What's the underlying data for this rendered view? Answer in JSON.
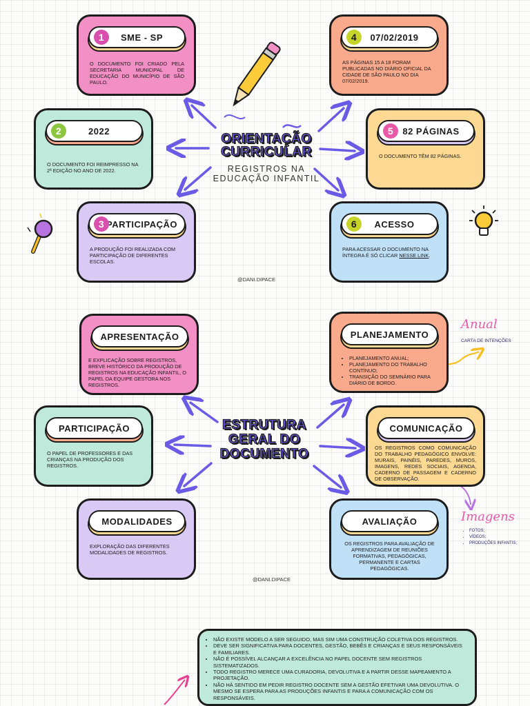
{
  "section1": {
    "title_line1": "ORIENTAÇÃO",
    "title_line2": "CURRICULAR",
    "subtitle_line1": "REGISTROS NA",
    "subtitle_line2": "EDUCAÇÃO INFANTIL",
    "credit": "@DANI.DIPACE",
    "cards": [
      {
        "num": "1",
        "label": "SME - SP",
        "text": "O DOCUMENTO FOI CRIADO PELA SECRETARIA MUNICIPAL DE EDUCAÇÃO DO MUNICÍPIO DE SÃO PAULO.",
        "color": "#f28fc4",
        "num_color": "#d94fae"
      },
      {
        "num": "2",
        "label": "2022",
        "text": "O DOCUMENTO FOI REIMPRESSO NA 2ª EDIÇÃO NO ANO DE 2022.",
        "color": "#bfeadb",
        "num_color": "#8cc63f"
      },
      {
        "num": "3",
        "label": "PARTICIPAÇÃO",
        "text": "A PRODUÇÃO FOI REALIZADA COM PARTICIPAÇÃO DE DIFERENTES ESCOLAS.",
        "color": "#d8c9f5",
        "num_color": "#d94fae"
      },
      {
        "num": "4",
        "label": "07/02/2019",
        "text": "AS PÁGINAS 15 A 18 FORAM PUBLICADAS NO DIÁRIO OFICIAL DA CIDADE DE SÃO PAULO NO DIA 07/02/2019.",
        "color": "#f9a98c",
        "num_color": "#c7d42a"
      },
      {
        "num": "5",
        "label": "82 PÁGINAS",
        "text": "O DOCUMENTO TÊM 82 PÁGINAS.",
        "color": "#fcd992",
        "num_color": "#e85aa8"
      },
      {
        "num": "6",
        "label": "ACESSO",
        "text": "PARA ACESSAR O DOCUMENTO NA ÍNTEGRA É SÓ CLICAR",
        "link": "NESSE LINK",
        "text_end": ".",
        "color": "#bfe0f7",
        "num_color": "#c7d42a"
      }
    ]
  },
  "section2": {
    "title_line1": "ESTRUTURA",
    "title_line2": "GERAL DO",
    "title_line3": "DOCUMENTO",
    "credit": "@DANI.DIPACE",
    "cards": [
      {
        "label": "APRESENTAÇÃO",
        "text": "E EXPLICAÇÃO SOBRE REGISTROS, BREVE HISTÓRICO DA PRODUÇÃO DE REGISTROS NA EDUCAÇÃO INFANTIL, O PAPEL DA EQUIPE GESTORA NOS REGISTROS.",
        "color": "#f28fc4"
      },
      {
        "label": "PARTICIPAÇÃO",
        "text": "O PAPEL DE PROFESSORES E DAS CRIANÇAS NA PRODUÇÃO DOS REGISTROS.",
        "color": "#bfeadb"
      },
      {
        "label": "MODALIDADES",
        "text": "EXPLORAÇÃO DAS DIFERENTES MODALIDADES DE REGISTROS.",
        "color": "#d8c9f5"
      },
      {
        "label": "PLANEJAMENTO",
        "items": [
          "PLANEJAMENTO ANUAL;",
          "PLANEJAMENTO DO TRABALHO CONTÍNUO;",
          "TRANSIÇÃO DO SEMNÁRIO PARA DIÁRIO DE BORDO."
        ],
        "color": "#f9a98c"
      },
      {
        "label": "COMUNICAÇÃO",
        "text": "OS REGISTROS COMO COMUNICAÇÃO DO TRABALHO PEDAGÓGICO ENVOLVE: MURAIS, PAINÉIS, PAREDES, MUROS, IMAGENS, REDES SOCIAIS, AGENDA, CADERNO DE PASSAGEM E CADERNO DE OBSERVAÇÃO.",
        "color": "#fcd992"
      },
      {
        "label": "AVALIAÇÃO",
        "text": "OS REGISTROS PARA AVALIAÇÃO DE APRENDIZAGEM DE REUNIÕES FORMATIVAS, PEDAGÓGICAS, PERMANENTE E CARTAS PEDAGÓGICAS.",
        "color": "#bfe0f7"
      }
    ],
    "note_anual": {
      "title": "Anual",
      "text": "CARTA DE INTENÇÕES"
    },
    "note_imagens": {
      "title": "Imagens",
      "items": [
        "FOTOS;",
        "VÍDEOS;",
        "PRODUÇÕES INFANTIS;"
      ]
    }
  },
  "bottom": {
    "items": [
      "NÃO EXISTE MODELO A SER SEGUIDO, MAS SIM UMA CONSTRUÇÃO COLETIVA DOS REGISTROS.",
      "DEVE SER SIGNIFICATIVA PARA DOCENTES, GESTÃO, BEBÊS E CRIANÇAS E SEUS RESPONSÁVEIS E FAMILIARES.",
      "NÃO É POSSÍVEL ALCANÇAR A EXCELÊNCIA NO PAPEL DOCENTE SEM REGISTROS SISTEMATIZADOS.",
      "TODO REGISTRO MERECE UMA CURADORIA, DEVOLUTIVA E A PARTIR DESSE MAPEAMENTO A PROJETAÇÃO.",
      "NÃO HÁ SENTIDO EM PEDIR REGISTRO DOCENTE SEM A GESTÃO EFETIVAR UMA DEVOLUTIVA. O MESMO SE ESPERA PARA AS PRODUÇÕES INFANTIS E PARA A COMUNICAÇÃO COM OS RESPONSÁVEIS."
    ]
  }
}
